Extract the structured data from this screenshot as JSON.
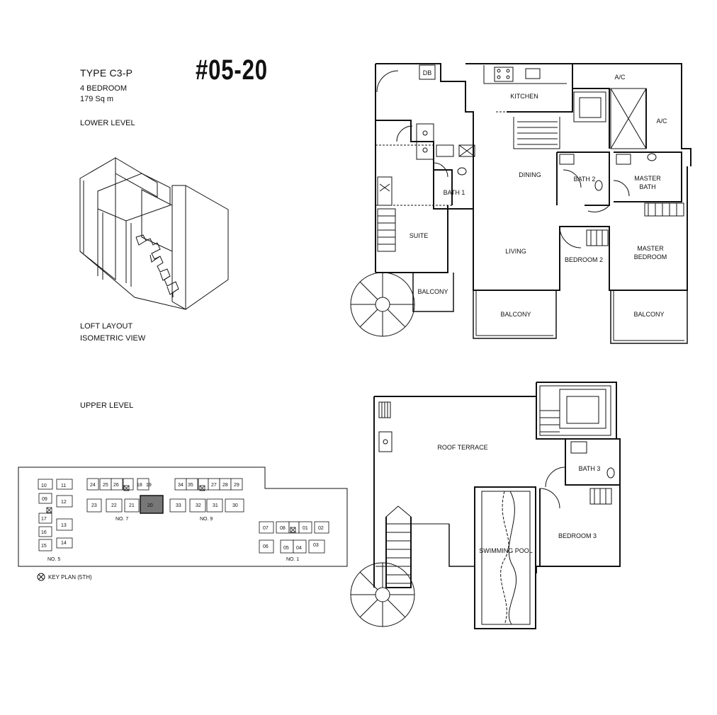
{
  "header": {
    "type": "TYPE C3-P",
    "bedrooms": "4 BEDROOM",
    "area": "179 Sq m",
    "unit_number": "#05-20"
  },
  "sections": {
    "lower_level": "LOWER LEVEL",
    "loft_line1": "LOFT LAYOUT",
    "loft_line2": "ISOMETRIC VIEW",
    "upper_level": "UPPER LEVEL"
  },
  "lower_plan": {
    "rooms": {
      "db": "DB",
      "kitchen": "KITCHEN",
      "ac1": "A/C",
      "ac2": "A/C",
      "dining": "DINING",
      "bath2": "BATH 2",
      "master_bath_1": "MASTER",
      "master_bath_2": "BATH",
      "bath1": "BATH 1",
      "suite": "SUITE",
      "living": "LIVING",
      "bedroom2": "BEDROOM 2",
      "master_bedroom_1": "MASTER",
      "master_bedroom_2": "BEDROOM",
      "balcony_small": "BALCONY",
      "balcony_mid": "BALCONY",
      "balcony_right": "BALCONY"
    }
  },
  "upper_plan": {
    "rooms": {
      "roof_terrace": "ROOF TERRACE",
      "bath3": "BATH 3",
      "bedroom3": "BEDROOM 3",
      "pool": "SWIMMING POOL"
    }
  },
  "key_plan": {
    "legend": "KEY PLAN (5TH)",
    "blocks": {
      "no5": "NO. 5",
      "no7": "NO. 7",
      "no9": "NO. 9",
      "no1": "NO. 1"
    },
    "units": {
      "u10": "10",
      "u11": "11",
      "u09": "09",
      "u12": "12",
      "u17": "17",
      "u13": "13",
      "u16": "16",
      "u15": "15",
      "u14": "14",
      "u24": "24",
      "u25": "25",
      "u26": "26",
      "u18": "18",
      "u19": "19",
      "u23": "23",
      "u22": "22",
      "u21": "21",
      "u20": "20",
      "u34": "34",
      "u35": "35",
      "u27": "27",
      "u28": "28",
      "u29": "29",
      "u33": "33",
      "u32": "32",
      "u31": "31",
      "u30": "30",
      "u07": "07",
      "u08": "08",
      "u01": "01",
      "u02": "02",
      "u06": "06",
      "u05": "05",
      "u04": "04",
      "u03": "03"
    },
    "highlight_unit": "20"
  }
}
